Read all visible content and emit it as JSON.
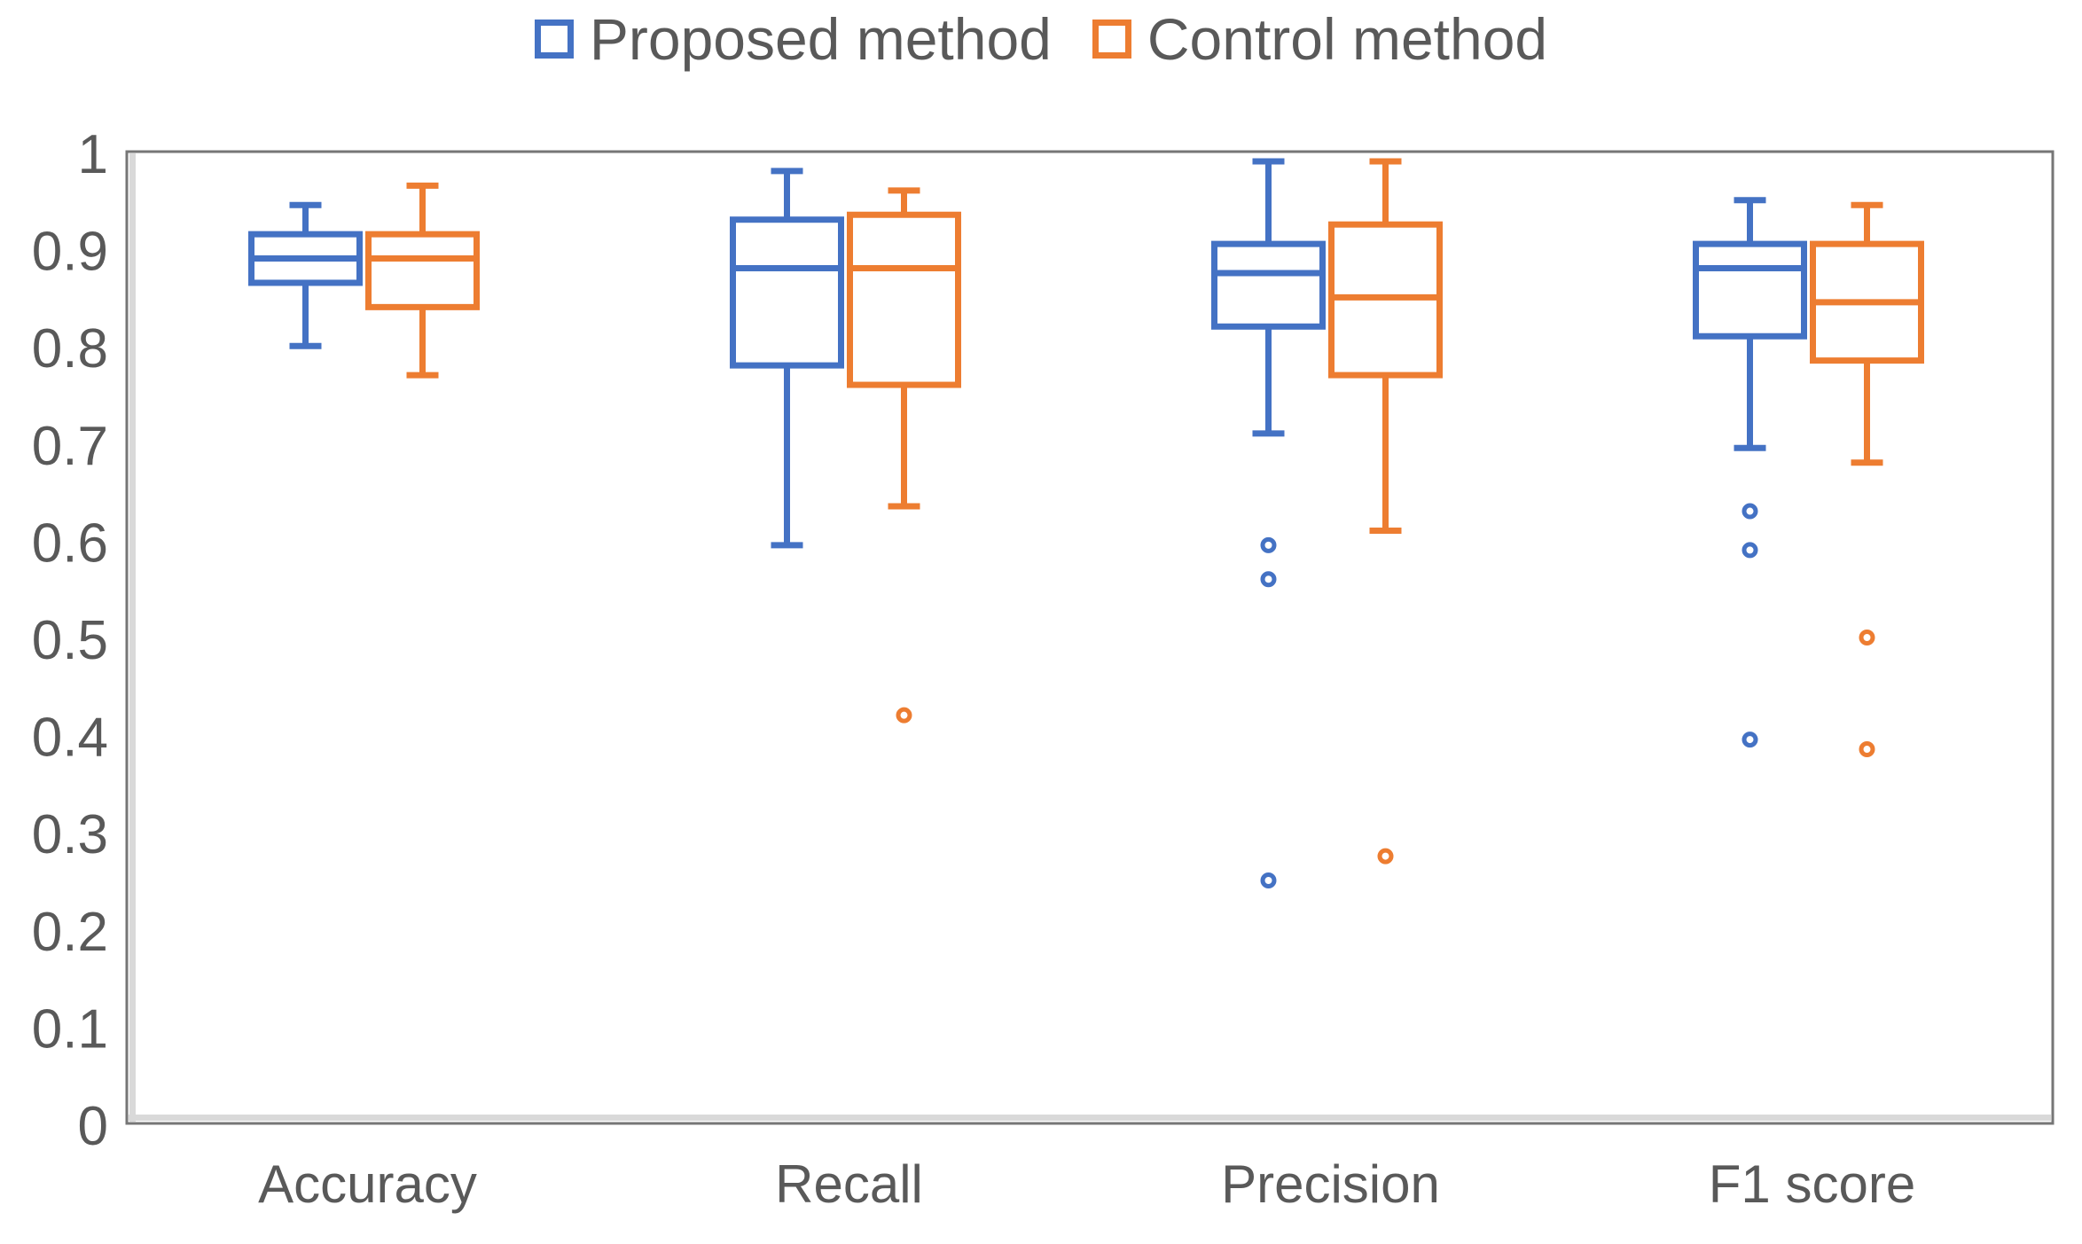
{
  "chart_data": {
    "type": "boxplot",
    "title": "",
    "legend_position": "top-center",
    "grid": false,
    "categories": [
      "Accuracy",
      "Recall",
      "Precision",
      "F1 score"
    ],
    "xlabel": "",
    "ylabel": "",
    "y_axis": {
      "min": 0,
      "max": 1,
      "tick_step": 0.1,
      "ticks": [
        {
          "label": "1",
          "value": 1.0
        },
        {
          "label": "0.9",
          "value": 0.9
        },
        {
          "label": "0.8",
          "value": 0.8
        },
        {
          "label": "0.7",
          "value": 0.7
        },
        {
          "label": "0.6",
          "value": 0.6
        },
        {
          "label": "0.5",
          "value": 0.5
        },
        {
          "label": "0.4",
          "value": 0.4
        },
        {
          "label": "0.3",
          "value": 0.3
        },
        {
          "label": "0.2",
          "value": 0.2
        },
        {
          "label": "0.1",
          "value": 0.1
        },
        {
          "label": "0",
          "value": 0.0
        }
      ]
    },
    "series": [
      {
        "name": "Proposed method",
        "color": "#4472C4",
        "boxes": [
          {
            "category": "Accuracy",
            "min": 0.8,
            "q1": 0.865,
            "median": 0.89,
            "q3": 0.915,
            "max": 0.945,
            "outliers": []
          },
          {
            "category": "Recall",
            "min": 0.595,
            "q1": 0.78,
            "median": 0.88,
            "q3": 0.93,
            "max": 0.98,
            "outliers": []
          },
          {
            "category": "Precision",
            "min": 0.71,
            "q1": 0.82,
            "median": 0.875,
            "q3": 0.905,
            "max": 0.99,
            "outliers": [
              0.595,
              0.56,
              0.25
            ]
          },
          {
            "category": "F1 score",
            "min": 0.695,
            "q1": 0.81,
            "median": 0.88,
            "q3": 0.905,
            "max": 0.95,
            "outliers": [
              0.63,
              0.59,
              0.395
            ]
          }
        ]
      },
      {
        "name": "Control method",
        "color": "#ED7D31",
        "boxes": [
          {
            "category": "Accuracy",
            "min": 0.77,
            "q1": 0.84,
            "median": 0.89,
            "q3": 0.915,
            "max": 0.965,
            "outliers": []
          },
          {
            "category": "Recall",
            "min": 0.635,
            "q1": 0.76,
            "median": 0.88,
            "q3": 0.935,
            "max": 0.96,
            "outliers": [
              0.42
            ]
          },
          {
            "category": "Precision",
            "min": 0.61,
            "q1": 0.77,
            "median": 0.85,
            "q3": 0.925,
            "max": 0.99,
            "outliers": [
              0.275
            ]
          },
          {
            "category": "F1 score",
            "min": 0.68,
            "q1": 0.785,
            "median": 0.845,
            "q3": 0.905,
            "max": 0.945,
            "outliers": [
              0.5,
              0.385
            ]
          }
        ]
      }
    ],
    "colors": {
      "proposed": "#4472C4",
      "control": "#ED7D31",
      "text": "#595959",
      "axis_line": "#D9D9D9",
      "plot_border": "#767676",
      "background": "#FFFFFF"
    }
  }
}
